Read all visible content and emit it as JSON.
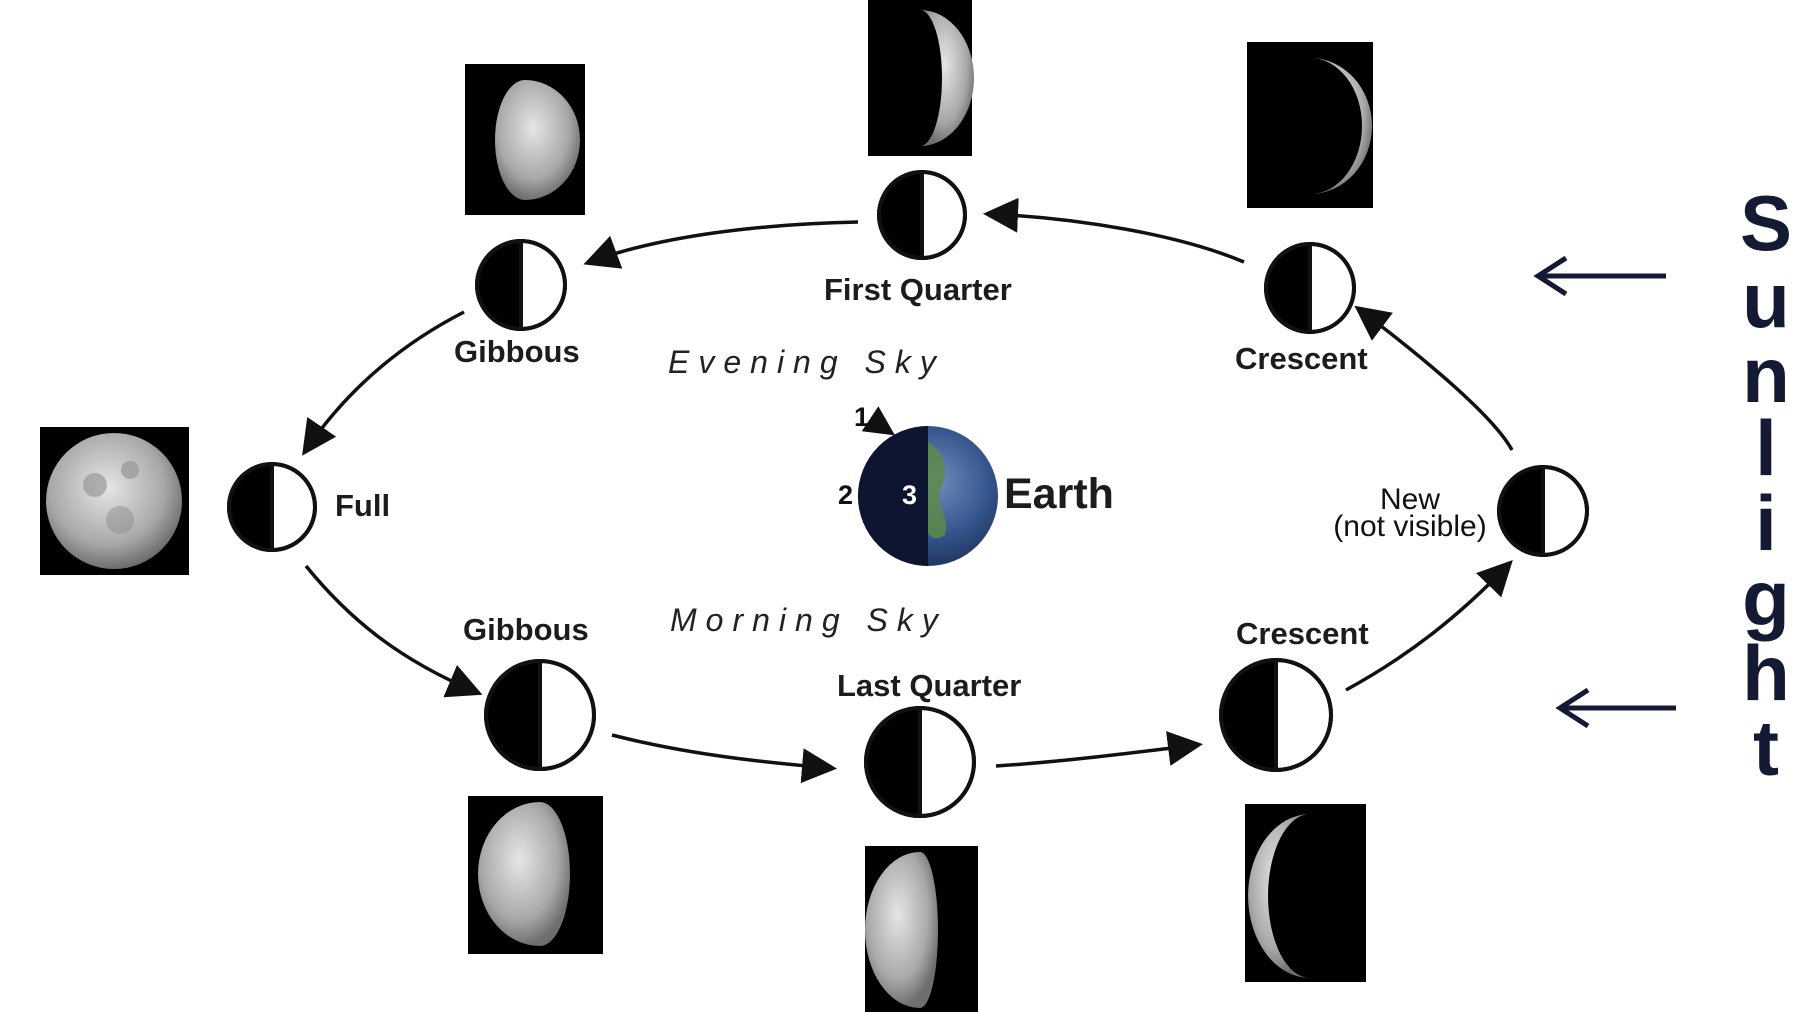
{
  "phases": {
    "first_quarter": "First Quarter",
    "gibbous_top": "Gibbous",
    "crescent_top": "Crescent",
    "full": "Full",
    "new_line1": "New",
    "new_line2": "(not visible)",
    "gibbous_bottom": "Gibbous",
    "last_quarter": "Last Quarter",
    "crescent_bottom": "Crescent"
  },
  "sky": {
    "evening": "Evening Sky",
    "morning": "Morning Sky"
  },
  "earth": {
    "label": "Earth",
    "marker_1": "1",
    "marker_2": "2",
    "marker_3": "3"
  },
  "sunlight": {
    "letters": [
      "S",
      "u",
      "n",
      "l",
      "i",
      "g",
      "h",
      "t"
    ]
  },
  "colors": {
    "ink": "#111111",
    "sunlight_text": "#141a33",
    "earth_ocean": "#3a5d9a",
    "earth_land": "#5d8a4a",
    "photo_bg": "#000000"
  }
}
